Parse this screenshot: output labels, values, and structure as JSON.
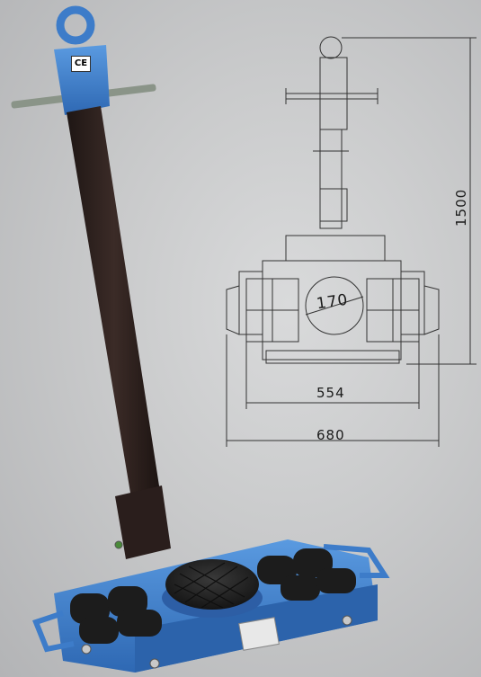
{
  "drawing": {
    "height_label": "1500",
    "inner_width_label": "554",
    "outer_width_label": "680",
    "pad_diameter_label": "170"
  },
  "product": {
    "ce_mark": "CE",
    "colors": {
      "frame": "#3d7cc9",
      "handle": "#2a1e1c",
      "rollers": "#1c1c1c"
    }
  }
}
